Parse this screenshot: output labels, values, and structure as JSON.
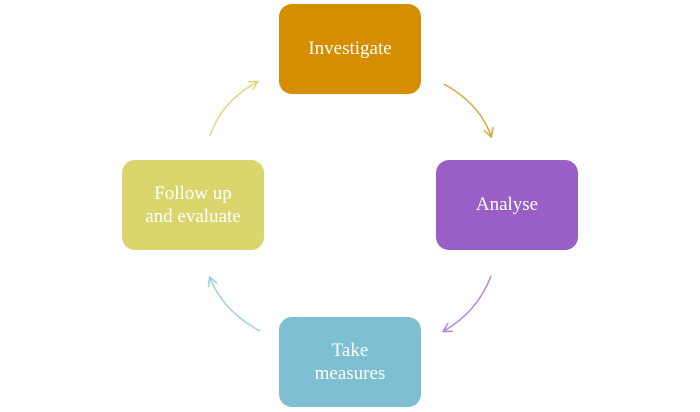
{
  "diagram": {
    "nodes": [
      {
        "id": "investigate",
        "label": "Investigate",
        "color": "#D58E00"
      },
      {
        "id": "analyse",
        "label": "Analyse",
        "color": "#9A5FC7"
      },
      {
        "id": "take-measures",
        "label": "Take\nmeasures",
        "color": "#7FBFD3"
      },
      {
        "id": "follow-up",
        "label": "Follow up\nand evaluate",
        "color": "#DBD56E"
      }
    ],
    "arrows": [
      {
        "from": "investigate",
        "to": "analyse",
        "color": "#D9A93C"
      },
      {
        "from": "analyse",
        "to": "take-measures",
        "color": "#B18AD8"
      },
      {
        "from": "take-measures",
        "to": "follow-up",
        "color": "#9FD1DF"
      },
      {
        "from": "follow-up",
        "to": "investigate",
        "color": "#E1D77D"
      }
    ]
  }
}
